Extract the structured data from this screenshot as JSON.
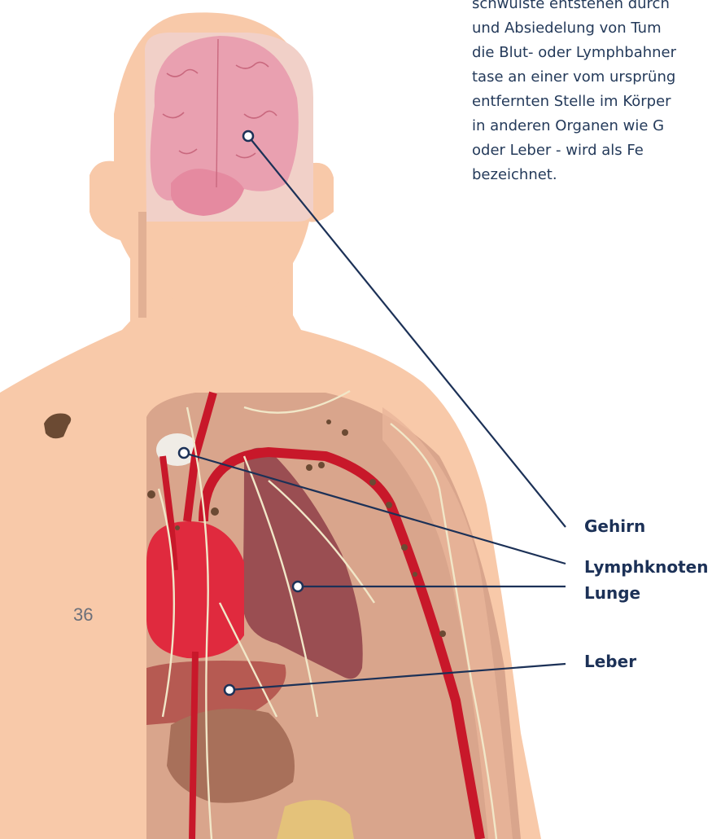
{
  "intro_lines": [
    "schwulste entstehen durch",
    "und Absiedelung von Tum",
    "die Blut- oder Lymphbahner",
    "tase an einer vom ursprüng",
    "entfernten Stelle im Körper",
    "in anderen Organen wie G",
    "oder  Leber  -  wird  als  Fe",
    "bezeichnet."
  ],
  "labels": {
    "gehirn": "Gehirn",
    "lymphknoten": "Lymphknoten",
    "lunge": "Lunge",
    "leber": "Leber"
  },
  "page_number": "36",
  "colors": {
    "skin": "#f8c9a9",
    "skin_inner": "#d9a58c",
    "artery": "#c8182a",
    "heart": "#e02a3e",
    "lung": "#9a4e52",
    "liver": "#b65a52",
    "brain": "#e9a0b0",
    "callout_line": "#1c3157",
    "label_text": "#1c3157"
  }
}
